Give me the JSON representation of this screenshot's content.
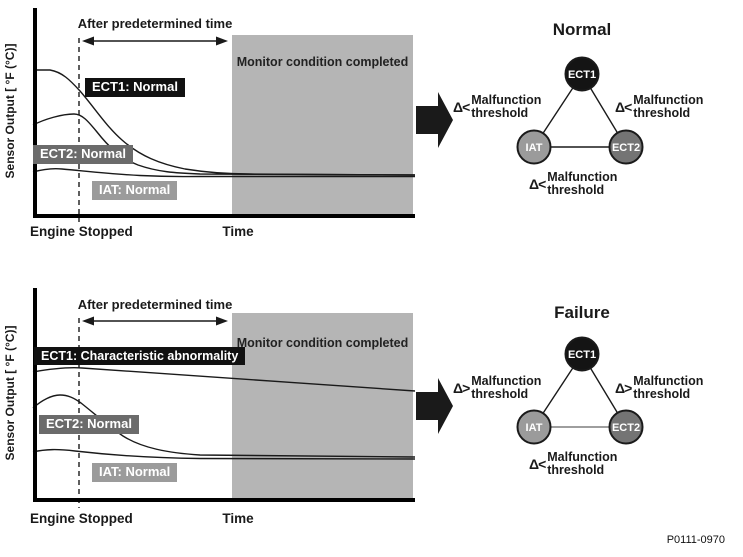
{
  "colors": {
    "background": "#ffffff",
    "axis": "#000000",
    "monitor_region": "#b5b5b5",
    "ect1_badge_bg": "#111111",
    "ect2_badge_bg": "#6b6b6b",
    "iat_badge_bg": "#9b9b9b",
    "node_ect1": "#141414",
    "node_iat": "#9b9b9b",
    "node_ect2": "#747474",
    "failure_base_edge": "#909090"
  },
  "panels": [
    {
      "id": "normal",
      "result_title": "Normal",
      "graph": {
        "y_axis_label": "Sensor Output [ °F (°C)]",
        "x_axis_label": "Time",
        "x_origin_label": "Engine Stopped",
        "interval_label": "After predetermined time",
        "region_label": "Monitor condition completed",
        "series": [
          {
            "name": "ECT1",
            "status_label": "ECT1: Normal"
          },
          {
            "name": "ECT2",
            "status_label": "ECT2: Normal"
          },
          {
            "name": "IAT",
            "status_label": "IAT: Normal"
          }
        ]
      },
      "diagram": {
        "nodes": [
          {
            "id": "ect1",
            "label": "ECT1"
          },
          {
            "id": "iat",
            "label": "IAT"
          },
          {
            "id": "ect2",
            "label": "ECT2"
          }
        ],
        "annotations": [
          {
            "position": "left",
            "comparison": "Δ<",
            "label": "Malfunction threshold"
          },
          {
            "position": "right",
            "comparison": "Δ<",
            "label": "Malfunction threshold"
          },
          {
            "position": "bottom",
            "comparison": "Δ<",
            "label": "Malfunction threshold"
          }
        ]
      }
    },
    {
      "id": "failure",
      "result_title": "Failure",
      "graph": {
        "y_axis_label": "Sensor Output [ °F (°C)]",
        "x_axis_label": "Time",
        "x_origin_label": "Engine Stopped",
        "interval_label": "After predetermined time",
        "region_label": "Monitor condition completed",
        "series": [
          {
            "name": "ECT1",
            "status_label": "ECT1: Characteristic abnormality"
          },
          {
            "name": "ECT2",
            "status_label": "ECT2: Normal"
          },
          {
            "name": "IAT",
            "status_label": "IAT: Normal"
          }
        ]
      },
      "diagram": {
        "nodes": [
          {
            "id": "ect1",
            "label": "ECT1"
          },
          {
            "id": "iat",
            "label": "IAT"
          },
          {
            "id": "ect2",
            "label": "ECT2"
          }
        ],
        "annotations": [
          {
            "position": "left",
            "comparison": "Δ>",
            "label": "Malfunction threshold"
          },
          {
            "position": "right",
            "comparison": "Δ>",
            "label": "Malfunction threshold"
          },
          {
            "position": "bottom",
            "comparison": "Δ<",
            "label": "Malfunction threshold"
          }
        ]
      }
    }
  ],
  "footer": {
    "figure_code": "P0111-0970"
  }
}
